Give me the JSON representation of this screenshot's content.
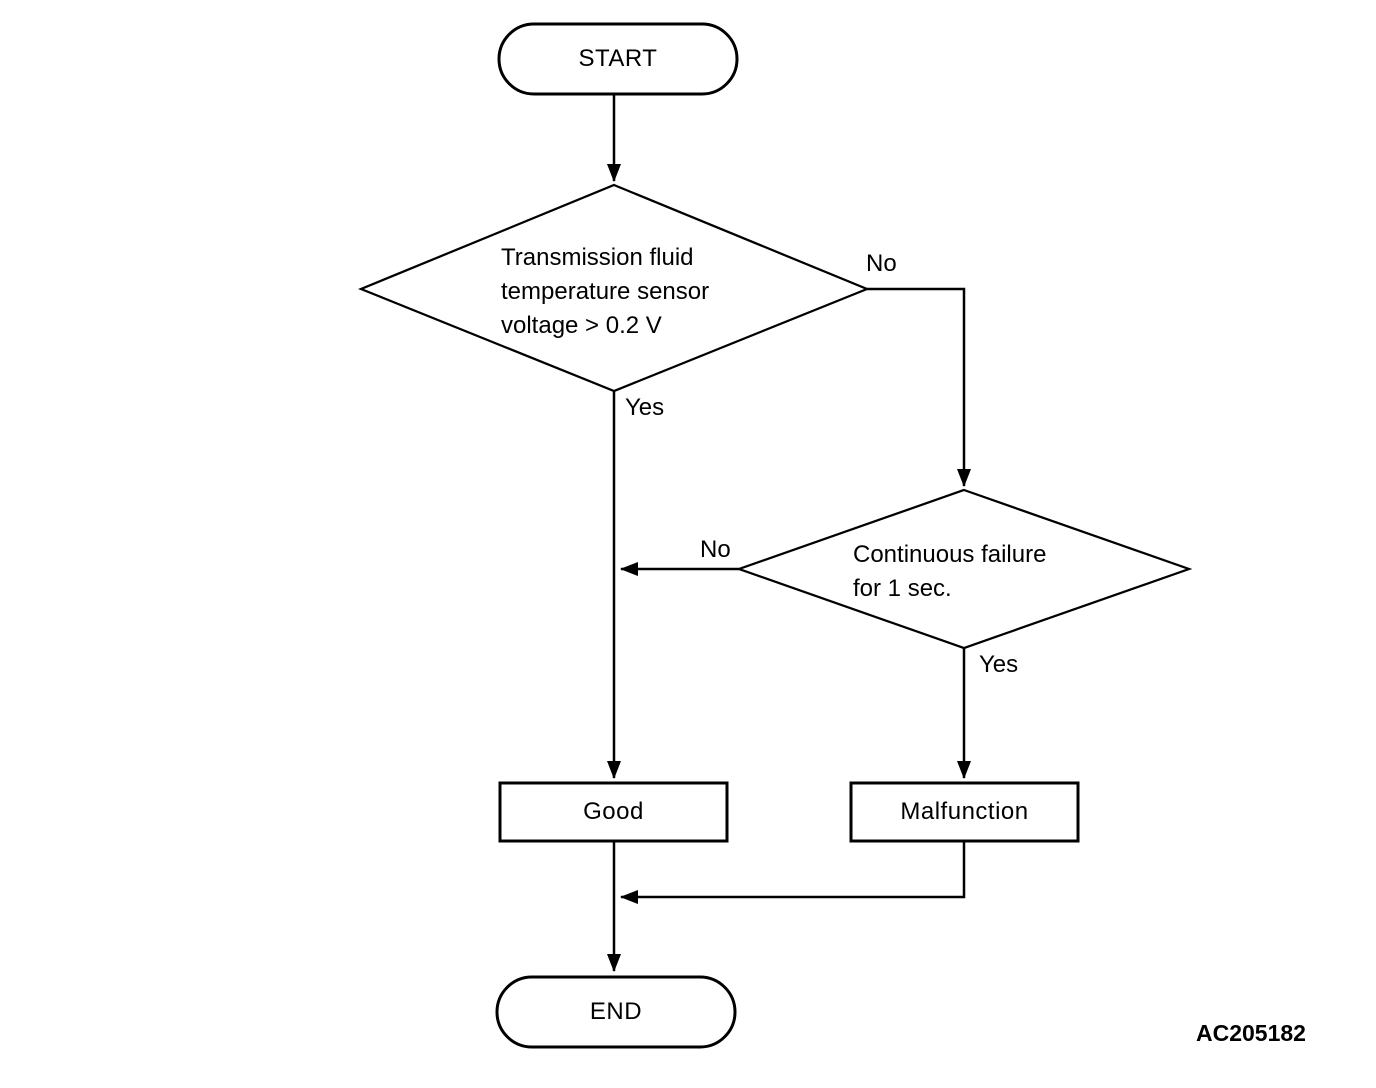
{
  "figure": {
    "code": "AC205182"
  },
  "nodes": {
    "start": {
      "label": "START",
      "shape": "stadium"
    },
    "decision_voltage": {
      "shape": "diamond",
      "lines": [
        "Transmission fluid",
        "temperature sensor",
        "voltage > 0.2 V"
      ]
    },
    "decision_continuous": {
      "shape": "diamond",
      "lines": [
        "Continuous failure",
        "for 1 sec."
      ]
    },
    "good": {
      "label": "Good",
      "shape": "rect"
    },
    "malfunction": {
      "label": "Malfunction",
      "shape": "rect"
    },
    "end": {
      "label": "END",
      "shape": "stadium"
    }
  },
  "edge_labels": {
    "voltage_no": "No",
    "voltage_yes": "Yes",
    "continuous_no": "No",
    "continuous_yes": "Yes"
  },
  "colors": {
    "line": "#000000",
    "background": "#ffffff",
    "text": "#000000"
  }
}
